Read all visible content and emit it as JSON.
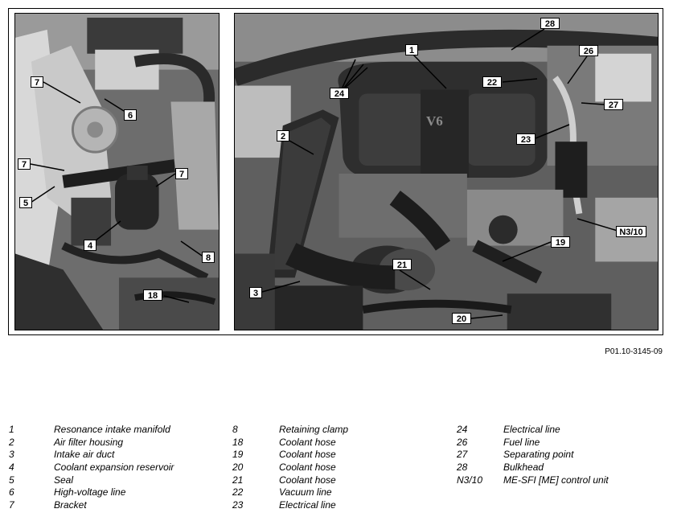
{
  "figure": {
    "callouts": [
      "7",
      "6",
      "7",
      "7",
      "5",
      "4",
      "8",
      "18",
      "28",
      "1",
      "26",
      "22",
      "24",
      "27",
      "2",
      "23",
      "N3/10",
      "19",
      "21",
      "3",
      "20"
    ],
    "engine_cover_text": "V6",
    "reference": "P01.10-3145-09"
  },
  "legend": {
    "col1": [
      {
        "num": "1",
        "text": "Resonance intake manifold"
      },
      {
        "num": "2",
        "text": "Air filter housing"
      },
      {
        "num": "3",
        "text": "Intake air duct"
      },
      {
        "num": "4",
        "text": "Coolant expansion reservoir"
      },
      {
        "num": "5",
        "text": "Seal"
      },
      {
        "num": "6",
        "text": "High-voltage line"
      },
      {
        "num": "7",
        "text": "Bracket"
      }
    ],
    "col2": [
      {
        "num": "8",
        "text": "Retaining clamp"
      },
      {
        "num": "18",
        "text": "Coolant hose"
      },
      {
        "num": "19",
        "text": "Coolant hose"
      },
      {
        "num": "20",
        "text": "Coolant hose"
      },
      {
        "num": "21",
        "text": "Coolant hose"
      },
      {
        "num": "22",
        "text": "Vacuum line"
      },
      {
        "num": "23",
        "text": "Electrical line"
      }
    ],
    "col3": [
      {
        "num": "24",
        "text": "Electrical line"
      },
      {
        "num": "26",
        "text": "Fuel line"
      },
      {
        "num": "27",
        "text": "Separating point"
      },
      {
        "num": "28",
        "text": "Bulkhead"
      },
      {
        "num": "N3/10",
        "text": "ME-SFI [ME] control unit"
      }
    ]
  }
}
